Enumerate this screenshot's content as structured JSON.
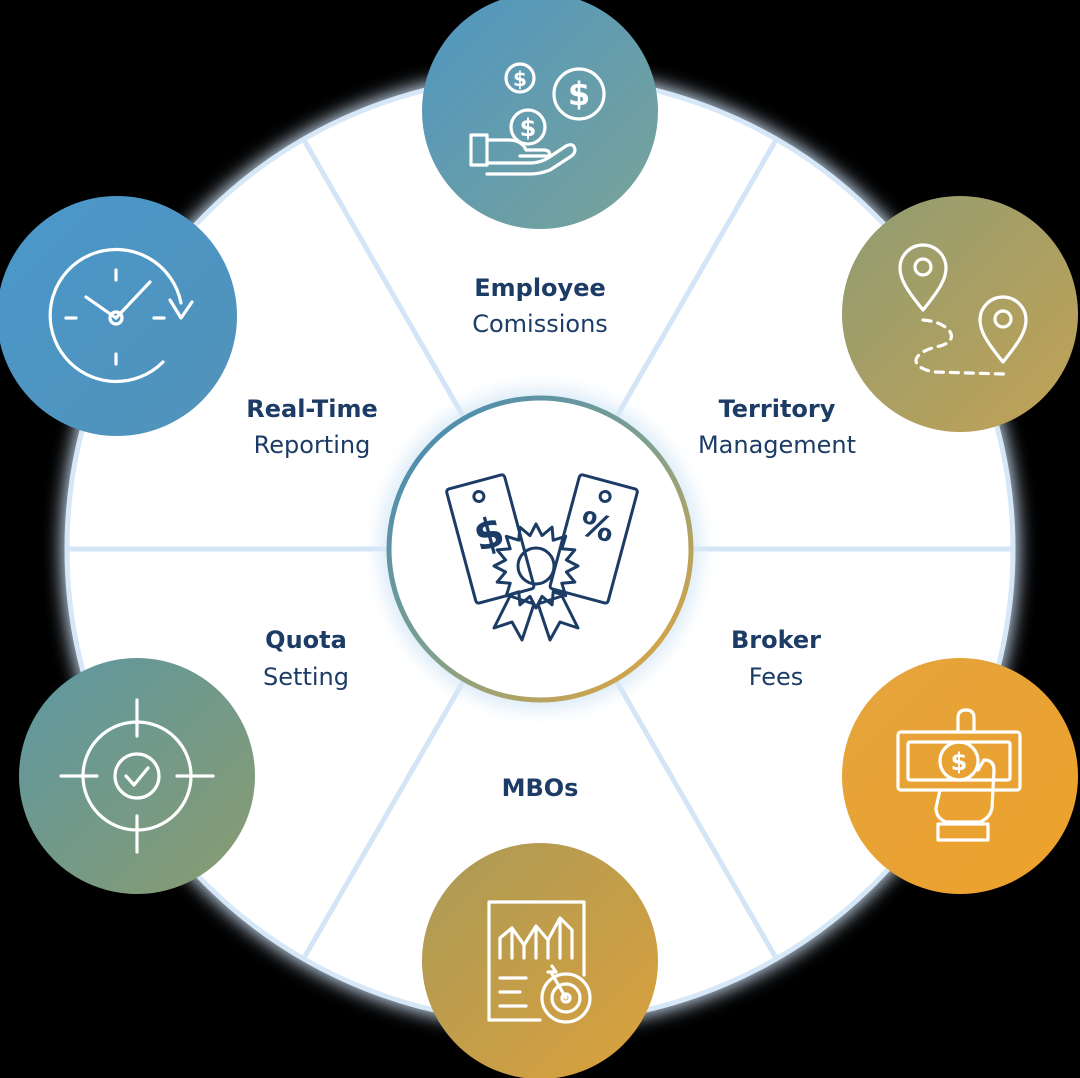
{
  "segments": [
    {
      "id": "employee-commissions",
      "title": "Employee",
      "subtitle": "Comissions",
      "icon": "hand-coins-icon"
    },
    {
      "id": "territory-management",
      "title": "Territory",
      "subtitle": "Management",
      "icon": "map-route-icon"
    },
    {
      "id": "broker-fees",
      "title": "Broker",
      "subtitle": "Fees",
      "icon": "hand-banknote-icon"
    },
    {
      "id": "mbos",
      "title": "MBOs",
      "subtitle": "",
      "icon": "report-target-icon"
    },
    {
      "id": "quota-setting",
      "title": "Quota",
      "subtitle": "Setting",
      "icon": "crosshair-check-icon"
    },
    {
      "id": "real-time-reporting",
      "title": "Real-Time",
      "subtitle": "Reporting",
      "icon": "clock-refresh-icon"
    }
  ],
  "center": {
    "icon": "price-tags-badge-icon",
    "dollar_glyph": "$",
    "percent_glyph": "%"
  },
  "colors": {
    "background": "#000000",
    "wheel": "#ffffff",
    "text": "#1c3c66",
    "blue": "#4a97c7",
    "teal": "#5e9da0",
    "olive": "#9e9a60",
    "orange": "#e8a02e",
    "gold": "#c49a45"
  }
}
